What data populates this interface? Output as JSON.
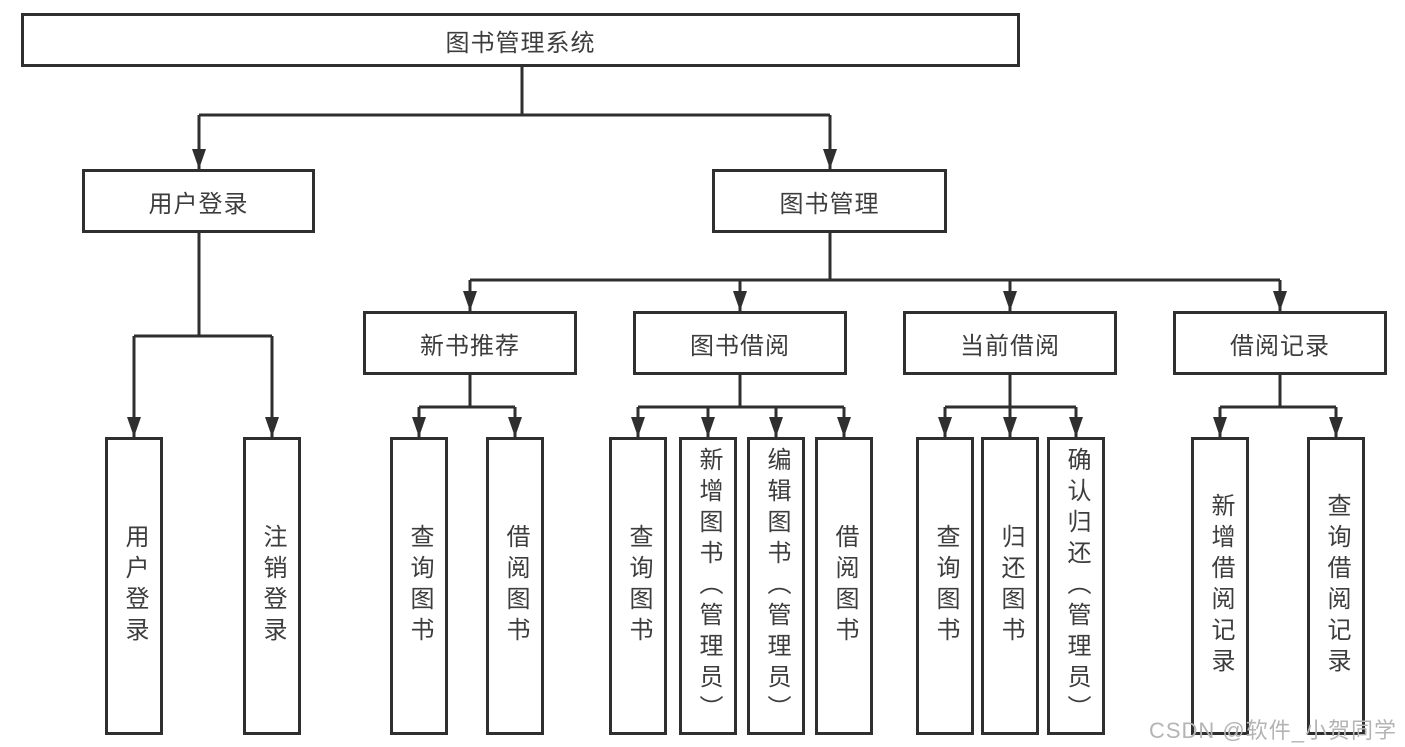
{
  "tree": {
    "root": "图书管理系统",
    "branches": [
      {
        "label": "用户登录",
        "leaves": [
          "用户登录",
          "注销登录"
        ]
      },
      {
        "label": "图书管理",
        "groups": [
          {
            "label": "新书推荐",
            "leaves": [
              "查询图书",
              "借阅图书"
            ]
          },
          {
            "label": "图书借阅",
            "leaves": [
              "查询图书",
              "新增图书（管理员）",
              "编辑图书（管理员）",
              "借阅图书"
            ]
          },
          {
            "label": "当前借阅",
            "leaves": [
              "查询图书",
              "归还图书",
              "确认归还（管理员）"
            ]
          },
          {
            "label": "借阅记录",
            "leaves": [
              "新增借阅记录",
              "查询借阅记录"
            ]
          }
        ]
      }
    ]
  },
  "watermark": "CSDN @软件_小贺同学",
  "colors": {
    "line": "#2f2f2f",
    "text": "#3d3d3d",
    "box_background": "#ffffff",
    "watermark": "#b4b4b4"
  }
}
